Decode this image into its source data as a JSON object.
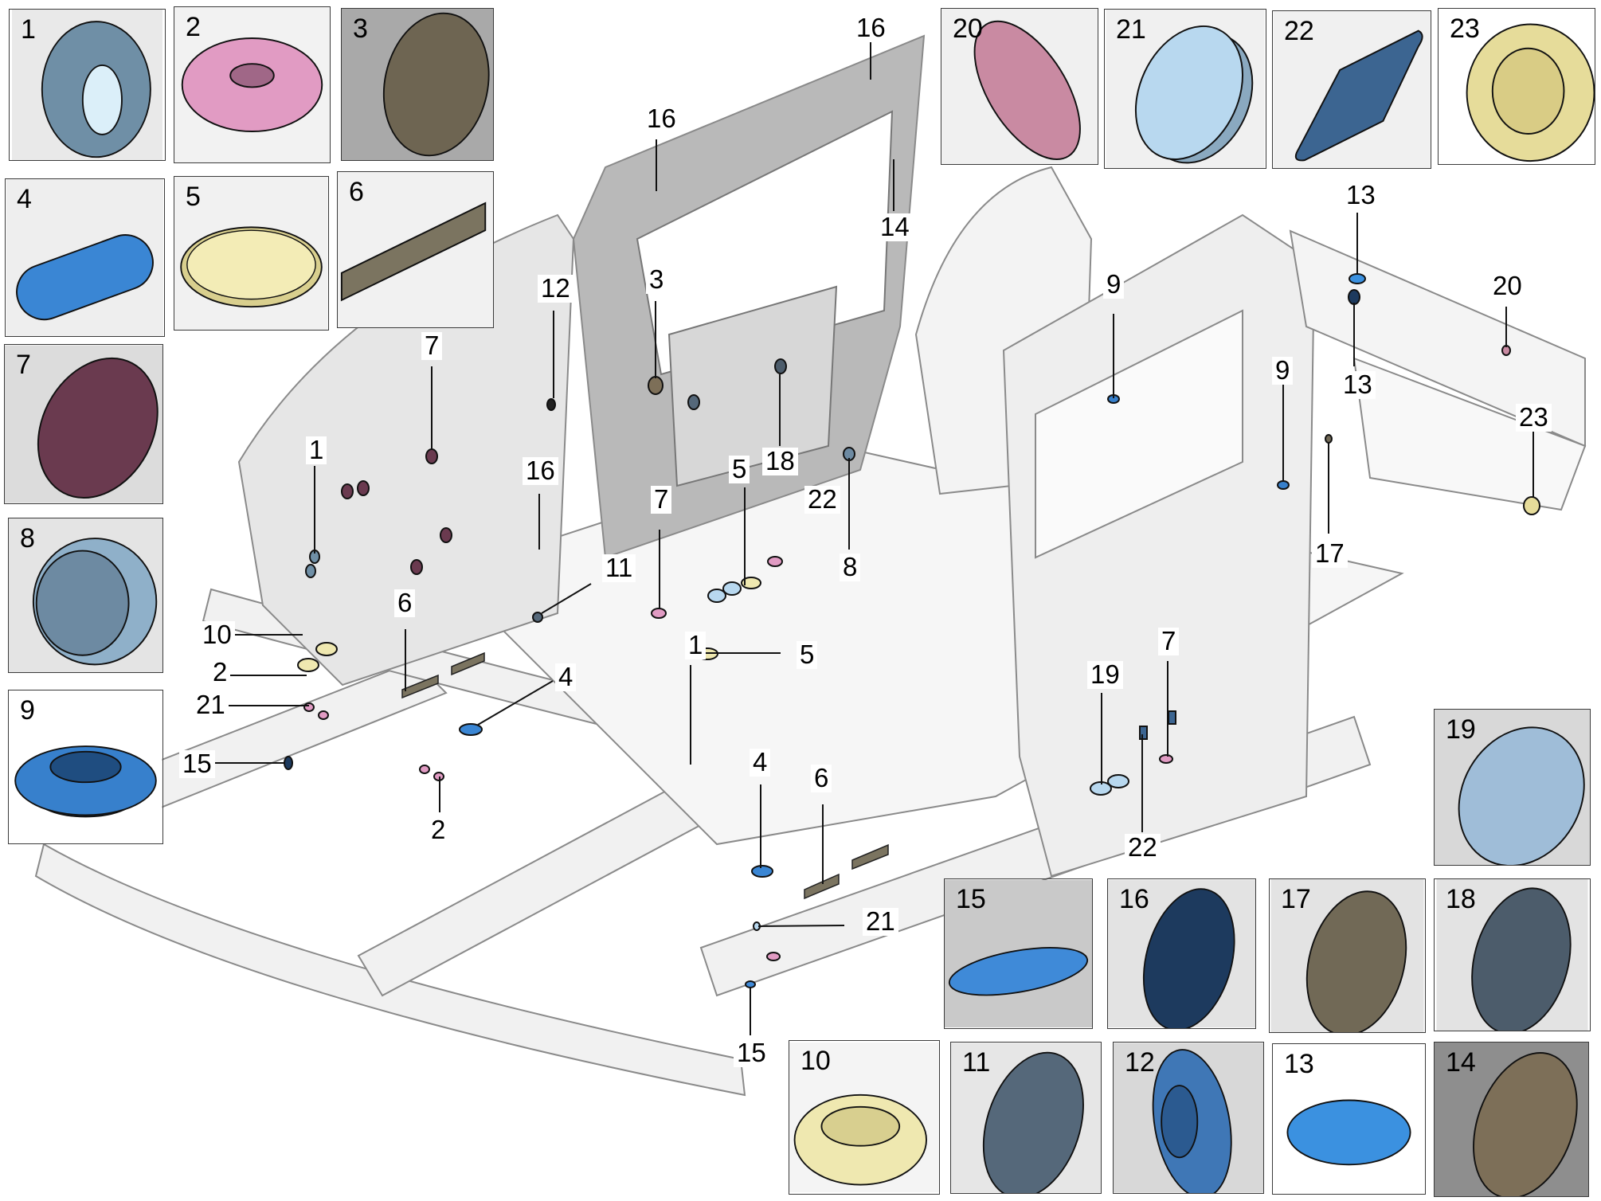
{
  "title": "Body plugs and grommets — vehicle body-in-white exploded callout diagram",
  "part_panels": [
    {
      "number": "1",
      "shape": "ring-grommet",
      "color": "#6f8fa6",
      "background": "#e9e9e9"
    },
    {
      "number": "2",
      "shape": "stepped-grommet",
      "color": "#e19bc3",
      "background": "#f2f2f2"
    },
    {
      "number": "3",
      "shape": "flat-disc",
      "color": "#6e6552",
      "background": "#a9a9a9"
    },
    {
      "number": "4",
      "shape": "oval-plug",
      "color": "#3a86d4",
      "background": "#eeeeee"
    },
    {
      "number": "5",
      "shape": "cup-plug",
      "color": "#f3ecb6",
      "background": "#f1f1f1"
    },
    {
      "number": "6",
      "shape": "tape-strip",
      "color": "#7b7460",
      "background": "#f1f1f1"
    },
    {
      "number": "7",
      "shape": "flat-disc",
      "color": "#6a3a4f",
      "background": "#dcdcdc"
    },
    {
      "number": "8",
      "shape": "cap-plug",
      "color": "#6d8aa2",
      "background": "#e4e4e4"
    },
    {
      "number": "9",
      "shape": "ring-grommet",
      "color": "#3780cc",
      "background": "#ffffff"
    },
    {
      "number": "10",
      "shape": "ring-grommet",
      "color": "#efe8b0",
      "background": "#f4f4f4"
    },
    {
      "number": "11",
      "shape": "flat-disc",
      "color": "#55687a",
      "background": "#e6e6e6"
    },
    {
      "number": "12",
      "shape": "clip-plug",
      "color": "#3f77b6",
      "background": "#d8d8d8"
    },
    {
      "number": "13",
      "shape": "flat-disc",
      "color": "#3b91e0",
      "background": "#ffffff"
    },
    {
      "number": "14",
      "shape": "flat-disc",
      "color": "#7d6f58",
      "background": "#8e8e8e"
    },
    {
      "number": "15",
      "shape": "flat-disc",
      "color": "#3f8ad8",
      "background": "#c9c9c9"
    },
    {
      "number": "16",
      "shape": "flat-disc",
      "color": "#1d3a5e",
      "background": "#e3e3e3"
    },
    {
      "number": "17",
      "shape": "flat-disc",
      "color": "#716956",
      "background": "#e3e3e3"
    },
    {
      "number": "18",
      "shape": "flat-disc",
      "color": "#4c5c6b",
      "background": "#e3e3e3"
    },
    {
      "number": "19",
      "shape": "flat-disc",
      "color": "#9fbdd8",
      "background": "#d8d8d8"
    },
    {
      "number": "20",
      "shape": "flat-disc",
      "color": "#c98aa2",
      "background": "#f0f0f0"
    },
    {
      "number": "21",
      "shape": "cap-plug",
      "color": "#b8d8ef",
      "background": "#f0f0f0"
    },
    {
      "number": "22",
      "shape": "rect-plug",
      "color": "#3c6591",
      "background": "#f0f0f0"
    },
    {
      "number": "23",
      "shape": "ring-grommet",
      "color": "#e6dc9a",
      "background": "#ffffff"
    }
  ],
  "callouts": [
    {
      "label": "16"
    },
    {
      "label": "16"
    },
    {
      "label": "14"
    },
    {
      "label": "3"
    },
    {
      "label": "12"
    },
    {
      "label": "7"
    },
    {
      "label": "18"
    },
    {
      "label": "16"
    },
    {
      "label": "5"
    },
    {
      "label": "22"
    },
    {
      "label": "1"
    },
    {
      "label": "7"
    },
    {
      "label": "8"
    },
    {
      "label": "11"
    },
    {
      "label": "6"
    },
    {
      "label": "10"
    },
    {
      "label": "2"
    },
    {
      "label": "21"
    },
    {
      "label": "4"
    },
    {
      "label": "1"
    },
    {
      "label": "5"
    },
    {
      "label": "15"
    },
    {
      "label": "2"
    },
    {
      "label": "4"
    },
    {
      "label": "6"
    },
    {
      "label": "21"
    },
    {
      "label": "15"
    },
    {
      "label": "9"
    },
    {
      "label": "13"
    },
    {
      "label": "20"
    },
    {
      "label": "9"
    },
    {
      "label": "13"
    },
    {
      "label": "23"
    },
    {
      "label": "17"
    },
    {
      "label": "19"
    },
    {
      "label": "7"
    },
    {
      "label": "22"
    }
  ]
}
